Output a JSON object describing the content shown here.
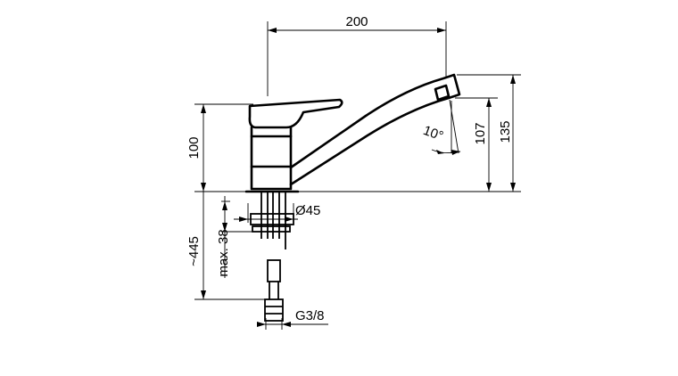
{
  "dimensions": {
    "spout_reach": "200",
    "body_height": "100",
    "spout_outlet_height": "107",
    "total_height": "135",
    "angle": "10°",
    "base_diameter": "Ø45",
    "max_deck_thickness": "max. 38",
    "hose_length": "~445",
    "connection_thread": "G3/8"
  }
}
